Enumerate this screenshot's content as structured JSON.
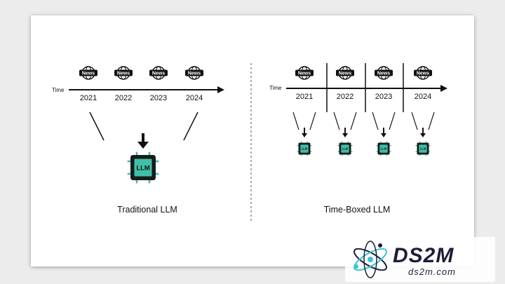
{
  "time_label": "Time",
  "news_label": "News",
  "llm_label": "LLM",
  "years": [
    "2021",
    "2022",
    "2023",
    "2024"
  ],
  "left": {
    "caption": "Traditional LLM"
  },
  "right": {
    "caption": "Time-Boxed LLM"
  },
  "watermark": {
    "brand": "DS2M",
    "site": "ds2m.com"
  },
  "colors": {
    "chip_fill": "#3fbfa8",
    "chip_body": "#1b1b1b",
    "chip_pin": "#3fbfa8",
    "line": "#111111",
    "panel_bg": "#ffffff",
    "frame_bg": "#e6e6e6",
    "watermark_dark": "#1d1d3a",
    "watermark_accent": "#39c3d8"
  }
}
